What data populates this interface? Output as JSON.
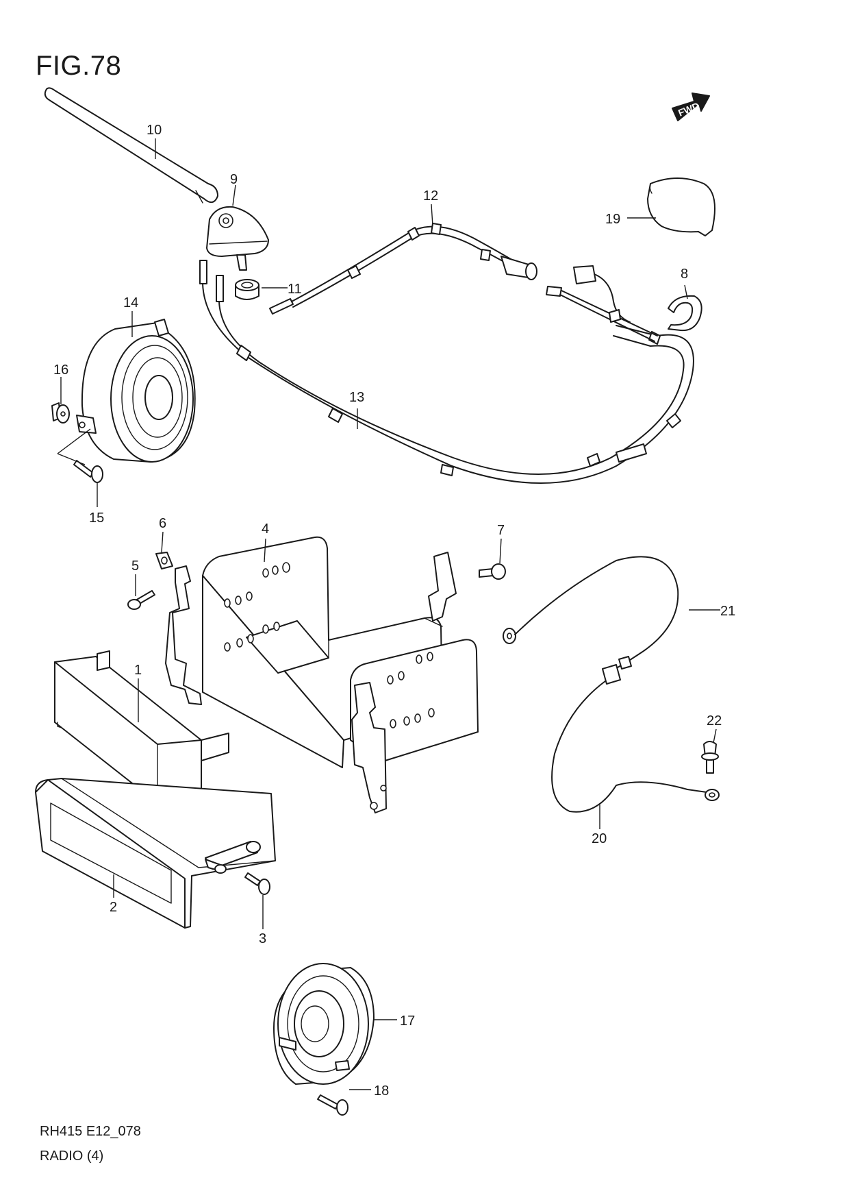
{
  "figure": {
    "title": "FIG.78",
    "model_code": "RH415 E12_078",
    "section_name": "RADIO (4)",
    "direction_badge": "FWD"
  },
  "callouts": [
    "1",
    "2",
    "3",
    "4",
    "5",
    "6",
    "7",
    "8",
    "9",
    "10",
    "11",
    "12",
    "13",
    "14",
    "15",
    "16",
    "17",
    "18",
    "19",
    "20",
    "21",
    "22"
  ],
  "colors": {
    "line": "#1a1a1a",
    "background": "#ffffff"
  }
}
